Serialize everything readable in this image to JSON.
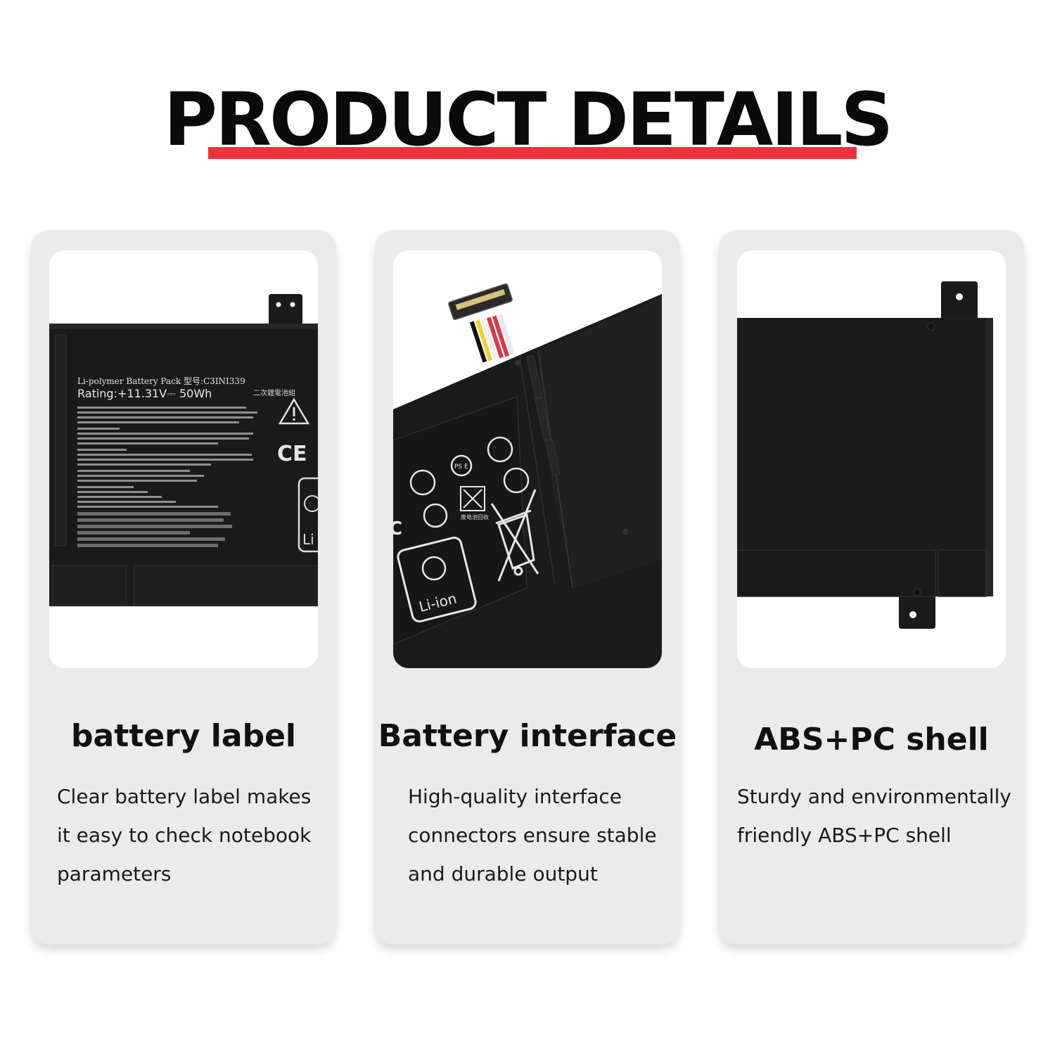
{
  "page": {
    "title": "PRODUCT DETAILS",
    "accent_color": "#f2303a"
  },
  "cards": [
    {
      "title": "battery label",
      "lines": [
        "Clear battery label makes",
        "it easy to check notebook",
        "parameters"
      ],
      "photo": {
        "label_line1": "Li-polymer Battery Pack 型号:C3INI339",
        "label_line2": "Rating:+11.31V⎓ 50Wh",
        "label_cn": "二次鋰電池組",
        "ce_mark": "CE",
        "li_text": "Li"
      }
    },
    {
      "title": "Battery interface",
      "lines": [
        "High-quality interface",
        "connectors ensure stable",
        "and durable output"
      ],
      "photo": {
        "li_ion_text": "Li-ion",
        "pse_text": "PS E",
        "cn_recycle": "废电池回收"
      }
    },
    {
      "title": "ABS+PC shell",
      "lines": [
        "Sturdy and environmentally",
        "friendly ABS+PC shell"
      ]
    }
  ]
}
